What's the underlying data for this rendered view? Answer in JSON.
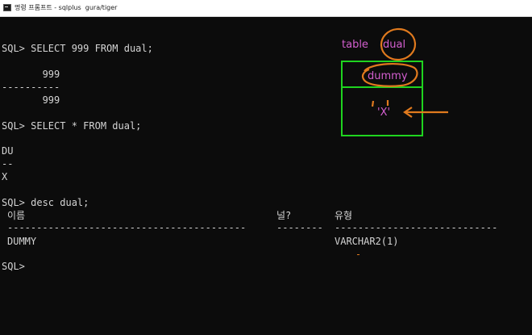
{
  "window": {
    "title": "명령 프롬프트 - sqlplus  gura/tiger",
    "icon": "console-icon"
  },
  "console": {
    "lines": [
      "SQL> SELECT 999 FROM dual;",
      "       999",
      "----------",
      "       999",
      "SQL> SELECT * FROM dual;",
      "DU",
      "--",
      "X",
      "SQL> desc dual;",
      "SQL>"
    ],
    "desc": {
      "headers": [
        "이름",
        "널?",
        "유형"
      ],
      "separators": [
        "-----------------------------------------",
        "--------",
        "----------------------------"
      ],
      "row": {
        "name": "DUMMY",
        "nullable": "",
        "type": "VARCHAR2(1)"
      }
    }
  },
  "annotation": {
    "label_table": "table",
    "label_dual": "dual",
    "column_name": "dummy",
    "value": "'X'",
    "colors": {
      "pen_pink": "#d45fd0",
      "pen_orange": "#e07a1e",
      "pen_green": "#1fd41f"
    }
  }
}
